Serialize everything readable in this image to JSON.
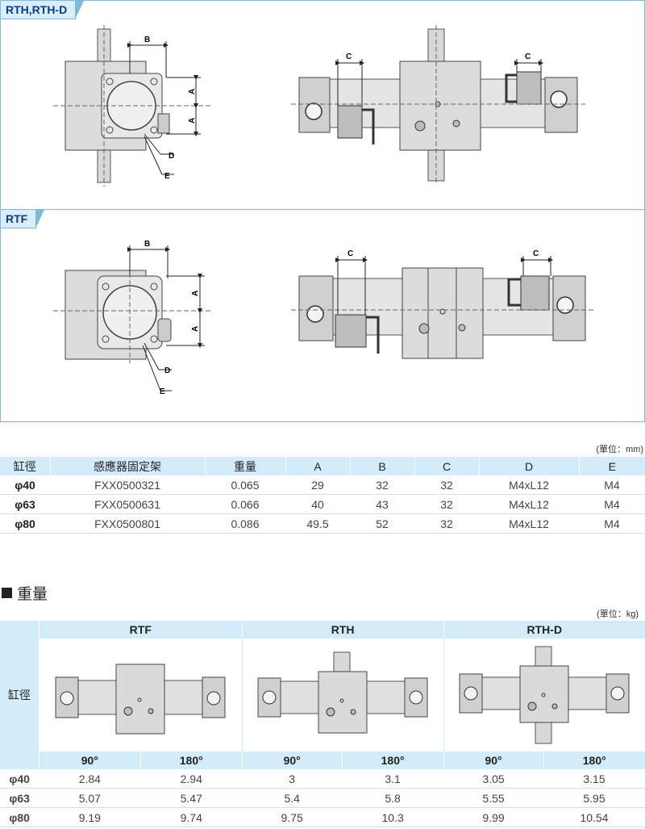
{
  "panels": [
    {
      "tag": "RTH,RTH-D"
    },
    {
      "tag": "RTF"
    }
  ],
  "dimension_letters": {
    "a": "A",
    "b": "B",
    "c": "C",
    "d": "D",
    "e": "E"
  },
  "spec_table": {
    "unit": "(單位：mm)",
    "headers": [
      "缸徑",
      "感應器固定架",
      "重量",
      "A",
      "B",
      "C",
      "D",
      "E"
    ],
    "rows": [
      [
        "φ40",
        "FXX0500321",
        "0.065",
        "29",
        "32",
        "32",
        "M4xL12",
        "M4"
      ],
      [
        "φ63",
        "FXX0500631",
        "0.066",
        "40",
        "43",
        "32",
        "M4xL12",
        "M4"
      ],
      [
        "φ80",
        "FXX0500801",
        "0.086",
        "49.5",
        "52",
        "32",
        "M4xL12",
        "M4"
      ]
    ]
  },
  "weight_section": {
    "title": "重量",
    "unit": "(單位：kg)",
    "bore_header": "缸徑",
    "models": [
      "RTF",
      "RTH",
      "RTH-D"
    ],
    "angles": [
      "90°",
      "180°",
      "90°",
      "180°",
      "90°",
      "180°"
    ],
    "rows": [
      [
        "φ40",
        "2.84",
        "2.94",
        "3",
        "3.1",
        "3.05",
        "3.15"
      ],
      [
        "φ63",
        "5.07",
        "5.47",
        "5.4",
        "5.8",
        "5.55",
        "5.95"
      ],
      [
        "φ80",
        "9.19",
        "9.74",
        "9.75",
        "10.3",
        "9.99",
        "10.54"
      ]
    ]
  },
  "colors": {
    "header_bg": "#d3ecfa",
    "panel_border": "#7fb8d8",
    "tag_text": "#0a3a8c"
  }
}
